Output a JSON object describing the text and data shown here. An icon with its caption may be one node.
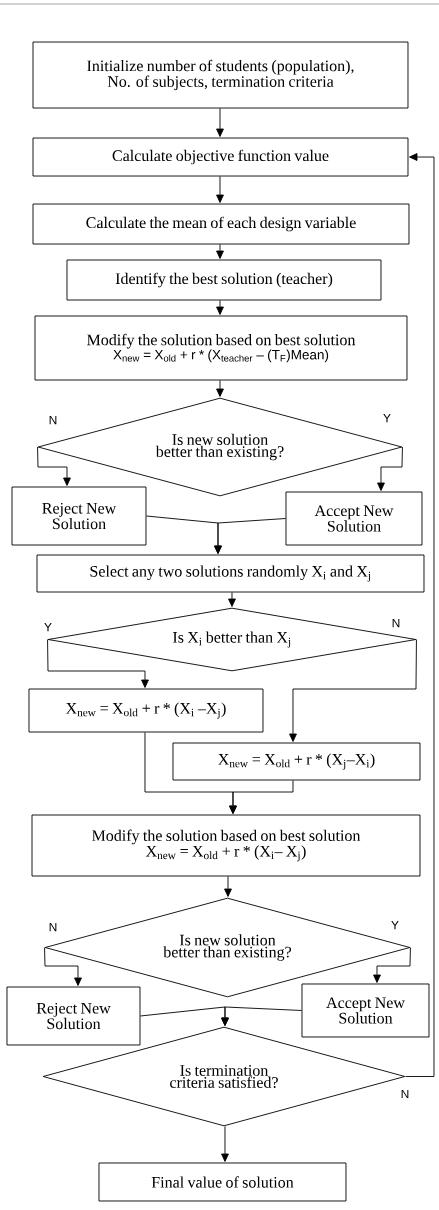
{
  "diagram": {
    "nodes": [
      {
        "text": [
          "Initialize number of students (population), No. of subjects, termination criteria"
        ]
      },
      {
        "text": [
          "Calculate objective function value"
        ]
      },
      {
        "text": [
          "Calculate the mean of each design variable"
        ]
      },
      {
        "text": [
          "Identify the best solution (teacher)"
        ]
      },
      {
        "text": [
          "Modify the solution based on best solution",
          "X$_{new}$ = X$_{old}$ + r * (X$_{teacher}$ – (T$_{F}$)Mean)"
        ]
      },
      {
        "text": [
          "Is new solution better than existing?"
        ]
      },
      {
        "text": [
          "Reject New Solution"
        ]
      },
      {
        "text": [
          "Accept New Solution"
        ]
      },
      {
        "text": [
          "Select any two solutions randomly X$_{i}$ and X$_{j}$"
        ]
      },
      {
        "text": [
          "Is X$_{i}$ better than X$_{j}$"
        ]
      },
      {
        "text": [
          "X$_{new}$ = X$_{old}$ + r * (X$_{i}$ –X$_{j}$)"
        ]
      },
      {
        "text": [
          "X$_{new}$ = X$_{old}$ + r * (X$_{j}$–X$_{i}$)"
        ]
      },
      {
        "text": [
          "Modify the solution based on best solution",
          "X$_{new}$ = X$_{old}$ + r * (X$_{i}$– X$_{j}$)"
        ]
      },
      {
        "text": [
          "Is new solution better than existing?"
        ]
      },
      {
        "text": [
          "Reject New Solution"
        ]
      },
      {
        "text": [
          "Accept New Solution"
        ]
      },
      {
        "text": [
          "Is termination criteria satisfied?"
        ]
      },
      {
        "text": [
          "Final value of solution"
        ]
      }
    ],
    "edges": [
      {
        "from": 0,
        "to": 1,
        "arrow": "to"
      },
      {
        "from": 1,
        "to": 2,
        "arrow": "to"
      },
      {
        "from": 2,
        "to": 3,
        "arrow": "to"
      },
      {
        "from": 3,
        "to": 4,
        "arrow": "to"
      },
      {
        "from": 4,
        "to": 5,
        "arrow": "to"
      },
      {
        "from": 5,
        "to": 6,
        "arrow": "to",
        "label": "N"
      },
      {
        "from": 5,
        "to": 7,
        "arrow": "to",
        "label": "Y"
      },
      {
        "from": 6,
        "to": 8,
        "arrow": "to"
      },
      {
        "from": 7,
        "to": 8,
        "arrow": "to"
      },
      {
        "from": 8,
        "to": 9,
        "arrow": "to"
      },
      {
        "from": 9,
        "to": 10,
        "arrow": "to",
        "label": "Y"
      },
      {
        "from": 9,
        "to": 11,
        "arrow": "to",
        "label": "N"
      },
      {
        "from": 10,
        "to": 12,
        "arrow": "to"
      },
      {
        "from": 11,
        "to": 12,
        "arrow": "to"
      },
      {
        "from": 12,
        "to": 13,
        "arrow": "to"
      },
      {
        "from": 13,
        "to": 14,
        "arrow": "to",
        "label": "N"
      },
      {
        "from": 13,
        "to": 15,
        "arrow": "to",
        "label": "Y"
      },
      {
        "from": 14,
        "to": 16,
        "arrow": "to"
      },
      {
        "from": 15,
        "to": 16,
        "arrow": "to"
      },
      {
        "from": 16,
        "to": 17,
        "arrow": "to"
      },
      {
        "from": 16,
        "to": 1,
        "arrow": "to",
        "label": "N"
      }
    ]
  }
}
